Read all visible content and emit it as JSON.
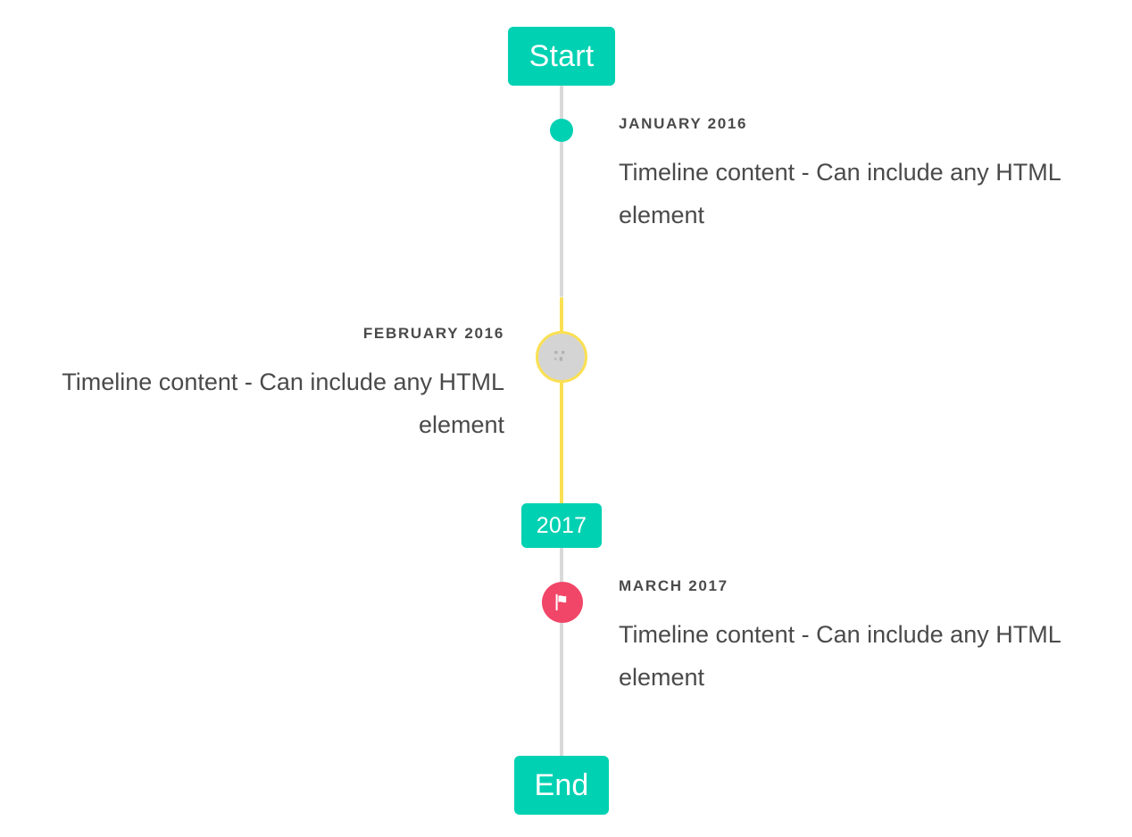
{
  "colors": {
    "accent_teal": "#00d1b2",
    "rail_gray": "#d9d9d9",
    "rail_yellow": "#fae052",
    "marker_flag_pink": "#f14668",
    "marker_image_gray": "#d4d4d4",
    "text_gray": "#4a4a4a",
    "background": "#ffffff"
  },
  "header": {
    "start_label": "Start"
  },
  "footer": {
    "end_label": "End"
  },
  "divider": {
    "year_label": "2017"
  },
  "entries": [
    {
      "heading": "JANUARY 2016",
      "body": "Timeline content - Can include any HTML element",
      "side": "right",
      "marker": "dot-marker",
      "marker_color": "#00d1b2"
    },
    {
      "heading": "FEBRUARY 2016",
      "body": "Timeline content - Can include any HTML element",
      "side": "left",
      "marker": "broken-image-icon",
      "marker_color": "#fae052"
    },
    {
      "heading": "MARCH 2017",
      "body": "Timeline content - Can include any HTML element",
      "side": "right",
      "marker": "flag-icon",
      "marker_color": "#f14668"
    }
  ]
}
